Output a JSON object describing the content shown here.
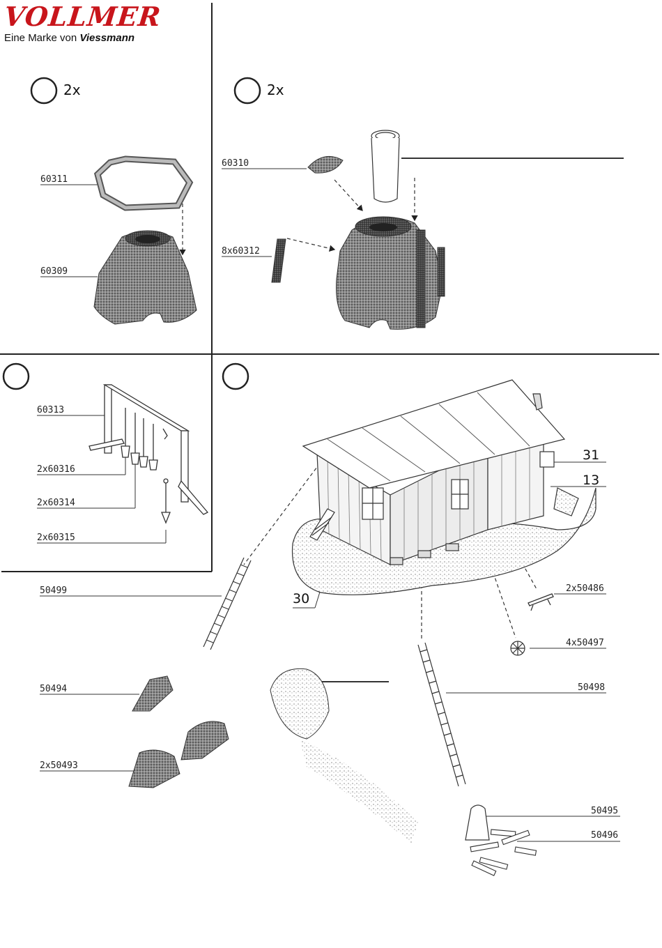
{
  "brand": {
    "name": "VOLLMER",
    "tagline_prefix": "Eine Marke von",
    "tagline_brand": "Viessmann",
    "brand_color": "#c8151b"
  },
  "steps": [
    {
      "quantity": "2x"
    },
    {
      "quantity": "2x"
    }
  ],
  "parts": {
    "p60311": "60311",
    "p60309": "60309",
    "p60310": "60310",
    "p60312": "8x60312",
    "p60313": "60313",
    "p60316": "2x60316",
    "p60314": "2x60314",
    "p60315": "2x60315",
    "p50499": "50499",
    "p50486": "2x50486",
    "p50497": "4x50497",
    "p50494": "50494",
    "p50498": "50498",
    "p50493": "2x50493",
    "p50495": "50495",
    "p50496": "50496"
  },
  "callouts": {
    "c31": "31",
    "c13": "13",
    "c30": "30"
  }
}
